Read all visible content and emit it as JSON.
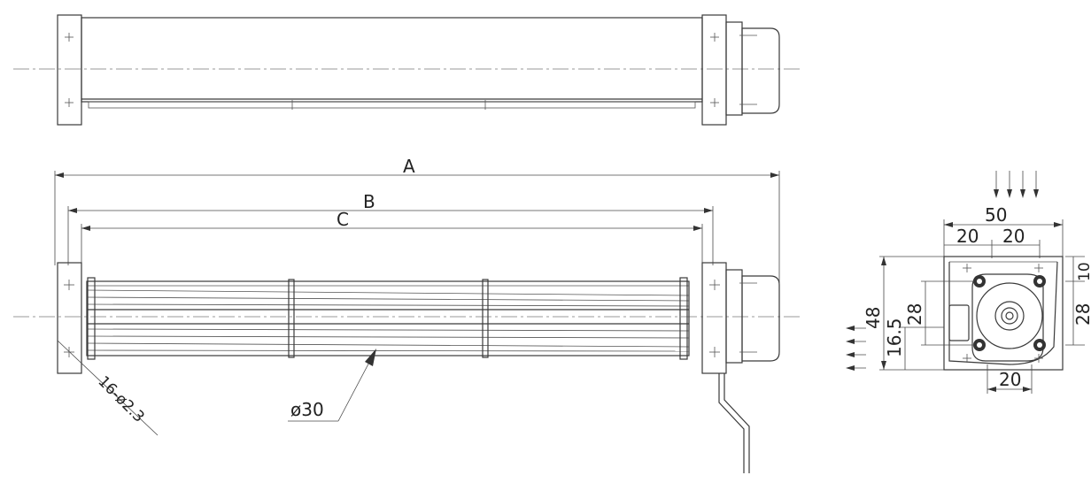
{
  "front_view": {
    "labels": {
      "overall_length": "A",
      "mid_length": "B",
      "rotor_length": "C",
      "impeller_diameter": "ø30",
      "holes": "16-ø2.3"
    }
  },
  "side_view": {
    "labels": {
      "width": "50",
      "left_pitch": "20",
      "right_pitch": "20",
      "height": "48",
      "left_hole_span": "28",
      "right_hole_span": "28",
      "top_offset": "10",
      "outlet_height": "16.5",
      "bottom_pitch": "20"
    },
    "inflow_arrow_count": 4,
    "outflow_arrow_count": 4
  }
}
